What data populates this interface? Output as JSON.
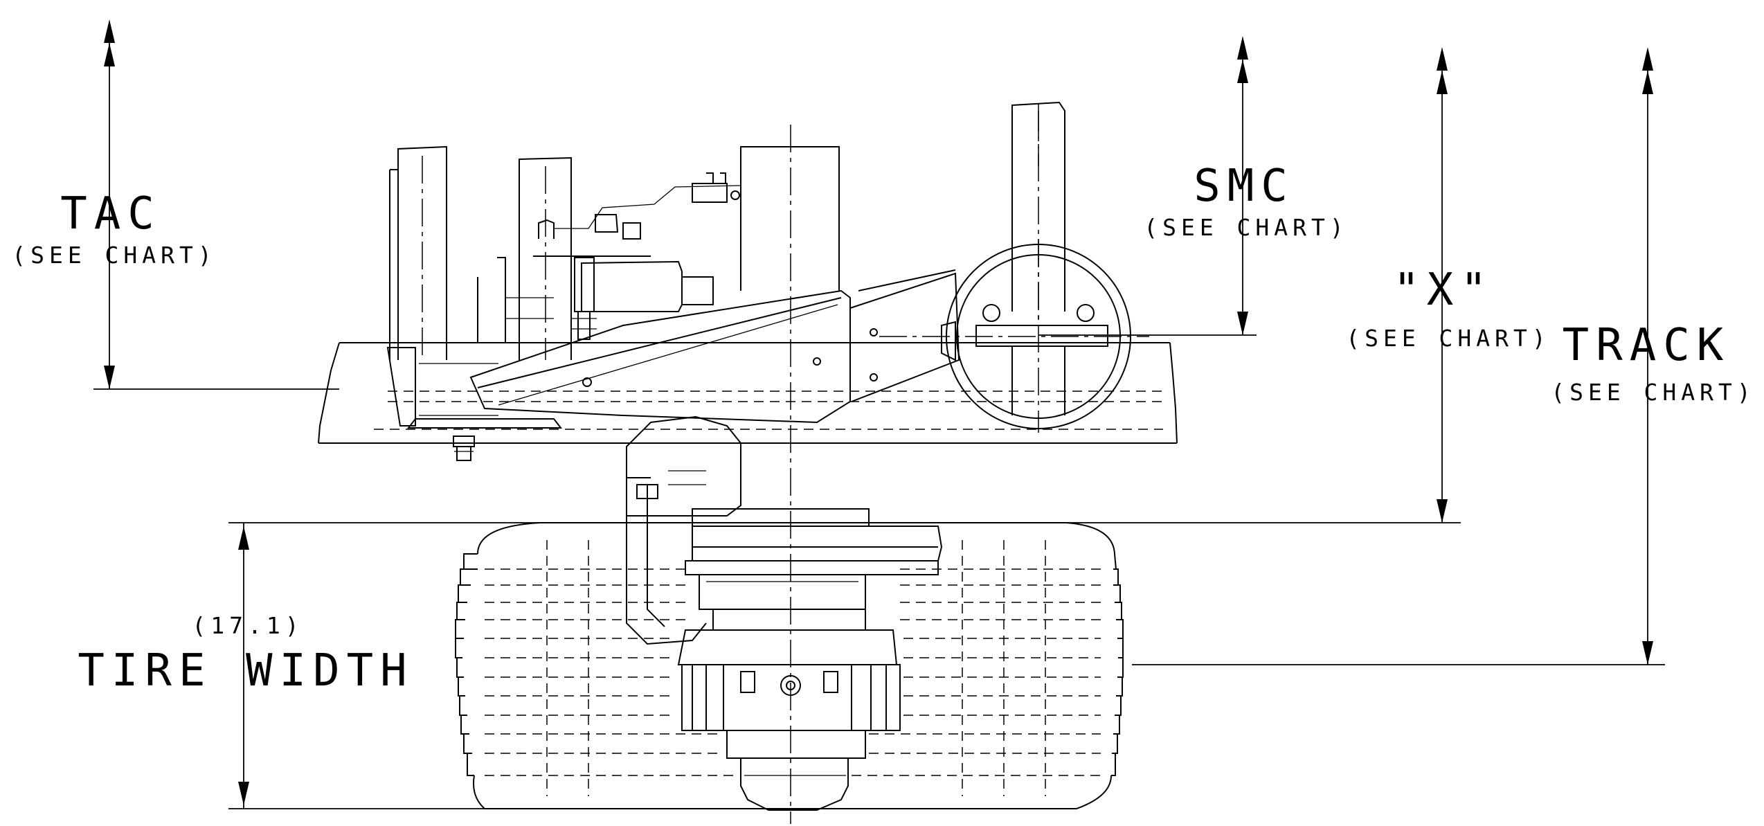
{
  "labels": {
    "tac": "TAC",
    "tac_note": "(SEE CHART)",
    "smc": "SMC",
    "smc_note": "(SEE CHART)",
    "x": "\"X\"",
    "x_note": "(SEE CHART)",
    "track": "TRACK",
    "track_note": "(SEE CHART)",
    "tire_value": "(17.1)",
    "tire_width": "TIRE WIDTH"
  },
  "colors": {
    "line": "#000000",
    "background": "#ffffff"
  }
}
